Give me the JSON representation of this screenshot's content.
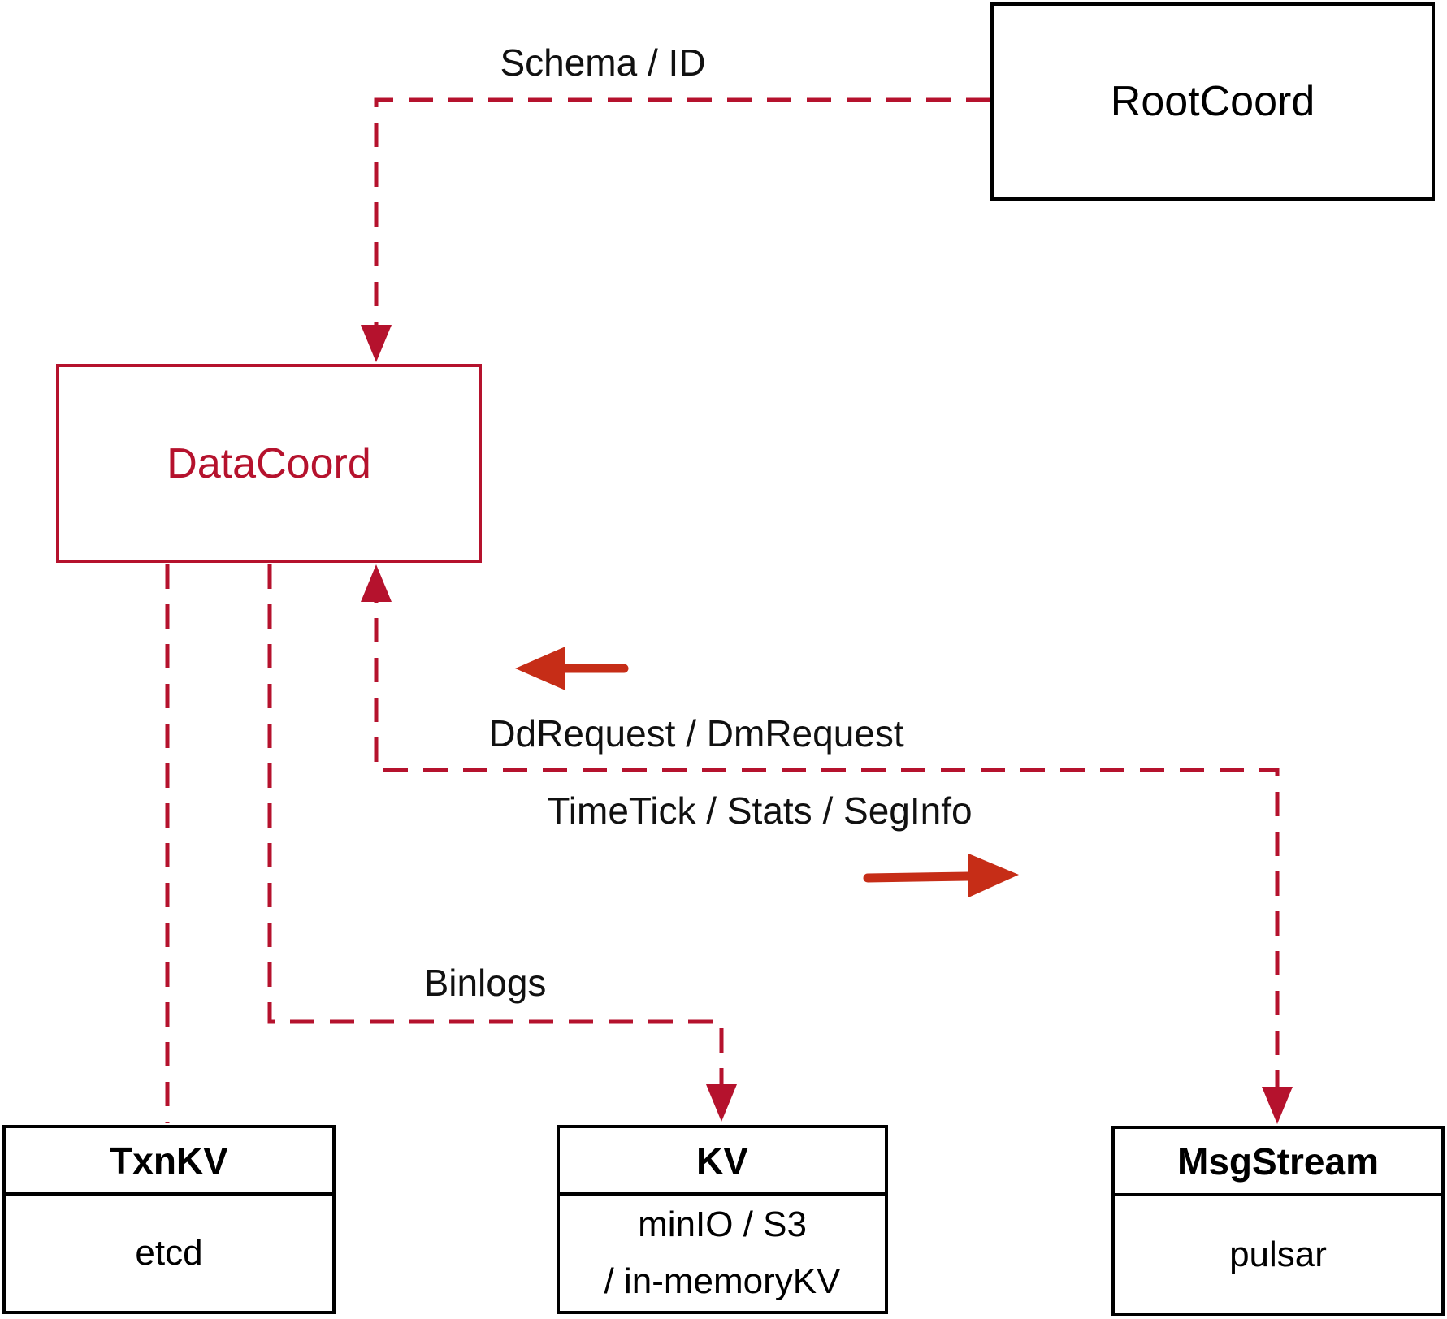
{
  "diagram": {
    "nodes": {
      "rootcoord": {
        "label": "RootCoord"
      },
      "datacoord": {
        "label": "DataCoord"
      },
      "txnkv": {
        "title": "TxnKV",
        "body": "etcd"
      },
      "kv": {
        "title": "KV",
        "body_lines": [
          "minIO / S3",
          "/ in-memoryKV"
        ]
      },
      "msgstream": {
        "title": "MsgStream",
        "body": "pulsar"
      }
    },
    "edge_labels": {
      "schema_id": "Schema / ID",
      "dd_dm_request": "DdRequest / DmRequest",
      "timetick_stats_seginfo": "TimeTick / Stats / SegInfo",
      "binlogs": "Binlogs"
    },
    "colors": {
      "dashed_line": "#b5122d",
      "solid_arrow": "#c62d17",
      "datacoord_accent": "#b5122d",
      "box_border": "#000000",
      "label_text": "#111111",
      "background": "#ffffff"
    }
  }
}
